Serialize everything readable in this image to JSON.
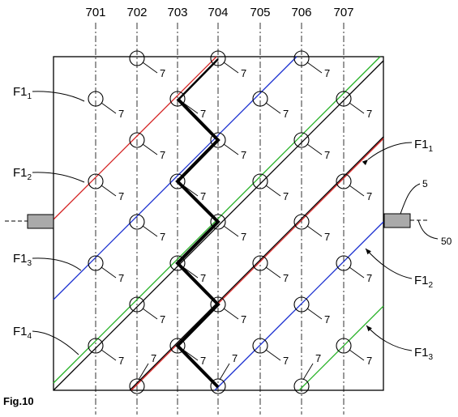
{
  "figure_label": "Fig.10",
  "columns": [
    "701",
    "702",
    "703",
    "704",
    "705",
    "706",
    "707"
  ],
  "node_label": "7",
  "line_label_main": "F1",
  "line_labels": [
    {
      "sub": "1",
      "color": "#d42020"
    },
    {
      "sub": "2",
      "color": "#1a2fd0"
    },
    {
      "sub": "3",
      "color": "#22b022"
    },
    {
      "sub": "4",
      "color": "#000000"
    }
  ],
  "right_labels": [
    {
      "sub": "1",
      "color": "#d42020"
    },
    {
      "sub": "2",
      "color": "#1a2fd0"
    },
    {
      "sub": "3",
      "color": "#22b022"
    }
  ],
  "connector_ref": "5",
  "axis_ref": "50"
}
